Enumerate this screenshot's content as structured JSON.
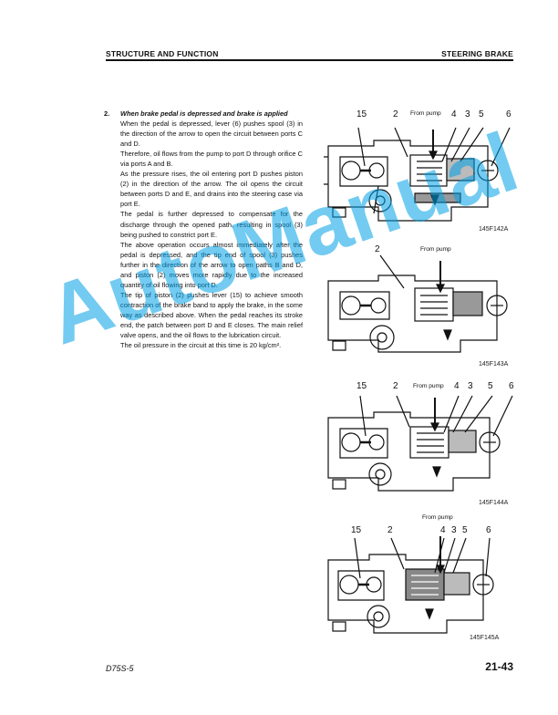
{
  "header": {
    "left": "STRUCTURE AND FUNCTION",
    "right": "STEERING BRAKE"
  },
  "section": {
    "number": "2.",
    "title": "When brake pedal is depressed and brake is applied",
    "paragraphs": [
      "When the pedal is depressed, lever (6) pushes spool (3) in the direction of the arrow to open the circuit between ports C and D.",
      "Therefore, oil flows from the pump to port D through orifice C via ports A and B.",
      "As the pressure rises, the oil entering port D pushes piston (2) in the direction of the arrow. The oil opens the circuit between ports D and E, and drains into the steering case via port E.",
      "The pedal is further depressed to compensate for the discharge through the opened path, resulting in spool (3) being pushed to constrict port E.",
      "The above operation occurs almost immediately after the pedal is depressed, and the tip end of spool (3) pushes further in the direction of the arrow to open paths B and D, and piston (2) moves more rapidly due to the increased quantity of oil flowing into port D.",
      "The tip of piston (2) pushes lever (15) to achieve smooth contraction of the brake band to apply the brake, in the some way as described above. When the pedal reaches its stroke end, the patch between port D and E closes. The main relief valve opens, and the oil flows to the lubrication circuit.",
      "The oil pressure in the circuit at this time is 20 kg/cm²."
    ]
  },
  "figures": [
    {
      "code": "145F142A",
      "from_pump": "From pump",
      "callouts": [
        "15",
        "2",
        "4",
        "3",
        "5",
        "6"
      ]
    },
    {
      "code": "145F143A",
      "from_pump": "From pump",
      "callouts": [
        "2"
      ]
    },
    {
      "code": "145F144A",
      "from_pump": "From pump",
      "callouts": [
        "15",
        "2",
        "4",
        "3",
        "5",
        "6"
      ]
    },
    {
      "code": "145F145A",
      "from_pump": "From pump",
      "callouts": [
        "15",
        "2",
        "4",
        "3",
        "5",
        "6"
      ]
    }
  ],
  "footer": {
    "model": "D75S-5",
    "page": "21-43"
  },
  "watermark": "AutoManual"
}
